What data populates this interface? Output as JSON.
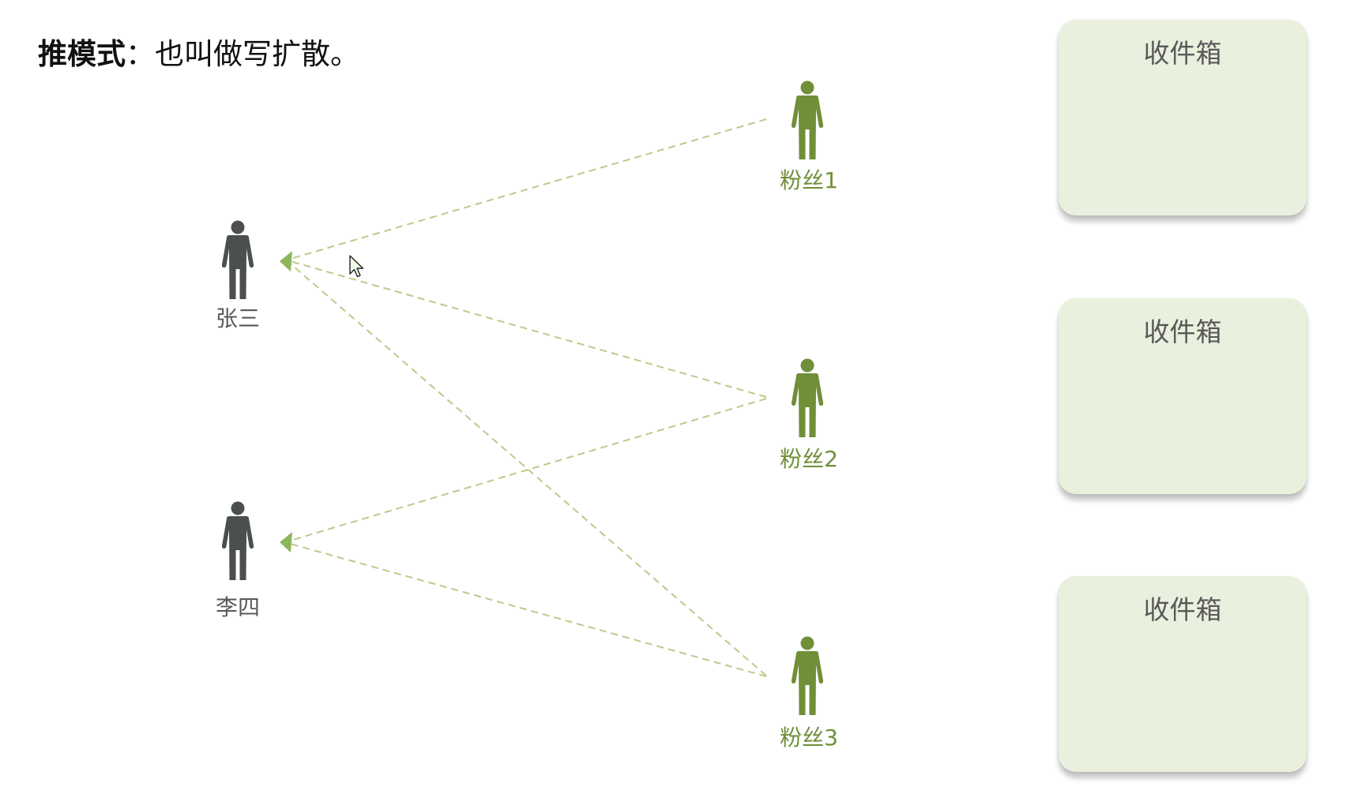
{
  "title": {
    "bold": "推模式",
    "rest": "：也叫做写扩散。"
  },
  "authors": [
    {
      "label": "张三"
    },
    {
      "label": "李四"
    }
  ],
  "fans": [
    {
      "label": "粉丝1"
    },
    {
      "label": "粉丝2"
    },
    {
      "label": "粉丝3"
    }
  ],
  "inboxes": [
    {
      "label": "收件箱"
    },
    {
      "label": "收件箱"
    },
    {
      "label": "收件箱"
    }
  ],
  "colors": {
    "author": "#4b4f4f",
    "fan": "#6f8f38",
    "edge": "#b7cc8a",
    "arrow": "#8fb55a",
    "inbox_fill": "#eaf0de"
  },
  "icons": {
    "person": "person-icon",
    "pointer": "mouse-pointer-icon"
  },
  "edges": [
    {
      "from": "粉丝1",
      "to": "张三"
    },
    {
      "from": "粉丝2",
      "to": "张三"
    },
    {
      "from": "粉丝3",
      "to": "张三"
    },
    {
      "from": "粉丝2",
      "to": "李四"
    },
    {
      "from": "粉丝3",
      "to": "李四"
    }
  ]
}
